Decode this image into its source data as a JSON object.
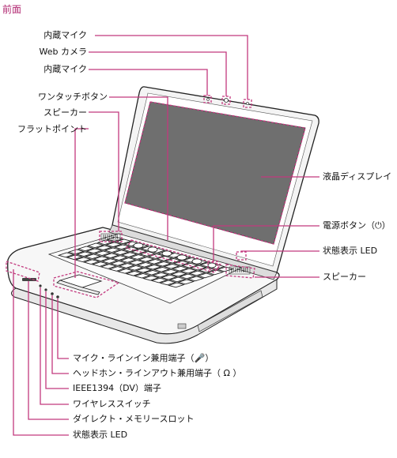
{
  "title": "前面",
  "colors": {
    "leader": "#c2397e",
    "title": "#b0246f",
    "outline": "#222222",
    "screen": "#6f6f6f"
  },
  "labels": {
    "mic_top": "内蔵マイク",
    "web_camera": "Web カメラ",
    "mic_right": "内蔵マイク",
    "one_touch_button": "ワンタッチボタン",
    "speaker_left": "スピーカー",
    "flat_point": "フラットポイント",
    "lcd": "液晶ディスプレイ",
    "power_button": "電源ボタン（⏻）",
    "status_led_right": "状態表示 LED",
    "speaker_right": "スピーカー",
    "mic_line_in": "マイク・ラインイン兼用端子（🎤）",
    "headphone_line_out": "ヘッドホン・ラインアウト兼用端子（ Ω ）",
    "ieee1394": "IEEE1394（DV）端子",
    "wireless_switch": "ワイヤレススイッチ",
    "direct_memory_slot": "ダイレクト・メモリースロット",
    "status_led_bottom": "状態表示 LED"
  }
}
